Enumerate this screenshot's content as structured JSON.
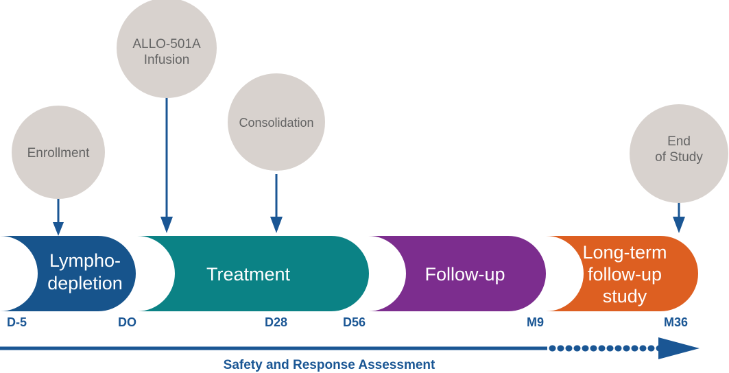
{
  "diagram": {
    "title": "Clinical trial study design timeline",
    "colors": {
      "lymphodepletion": "#17548c",
      "treatment": "#0b8285",
      "followup": "#7c2d8e",
      "longterm": "#dd5f21",
      "circle_fill": "#d8d2ce",
      "circle_text": "#646464",
      "axis_blue": "#1a5694",
      "bar_text": "#ffffff",
      "background": "#ffffff"
    }
  },
  "phases": [
    {
      "id": "lymphodepletion",
      "label_lines": [
        "Lympho-",
        "depletion"
      ],
      "color": "#17548c"
    },
    {
      "id": "treatment",
      "label_lines": [
        "Treatment"
      ],
      "color": "#0b8285"
    },
    {
      "id": "followup",
      "label_lines": [
        "Follow-up"
      ],
      "color": "#7c2d8e"
    },
    {
      "id": "longterm",
      "label_lines": [
        "Long-term",
        "follow-up",
        "study"
      ],
      "color": "#dd5f21"
    }
  ],
  "phase_labels": {
    "lymphodepletion_line1": "Lympho-",
    "lymphodepletion_line2": "depletion",
    "treatment_line1": "Treatment",
    "followup_line1": "Follow-up",
    "longterm_line1": "Long-term",
    "longterm_line2": "follow-up",
    "longterm_line3": "study"
  },
  "milestones": {
    "enrollment": {
      "label_lines": [
        "Enrollment"
      ],
      "line1": "Enrollment"
    },
    "infusion": {
      "label_lines": [
        "ALLO-501A",
        "Infusion"
      ],
      "line1": "ALLO-501A",
      "line2": "Infusion"
    },
    "consolidation": {
      "label_lines": [
        "Consolidation"
      ],
      "line1": "Consolidation"
    },
    "end_of_study": {
      "label_lines": [
        "End",
        "of Study"
      ],
      "line1": "End",
      "line2": "of Study"
    }
  },
  "timeline": {
    "ticks": [
      {
        "id": "d-5",
        "label": "D-5"
      },
      {
        "id": "d0",
        "label": "DO"
      },
      {
        "id": "d28",
        "label": "D28"
      },
      {
        "id": "d56",
        "label": "D56"
      },
      {
        "id": "m9",
        "label": "M9"
      },
      {
        "id": "m36",
        "label": "M36"
      }
    ],
    "tick_0": "D-5",
    "tick_1": "DO",
    "tick_2": "D28",
    "tick_3": "D56",
    "tick_4": "M9",
    "tick_5": "M36",
    "caption": "Safety and Response Assessment"
  }
}
